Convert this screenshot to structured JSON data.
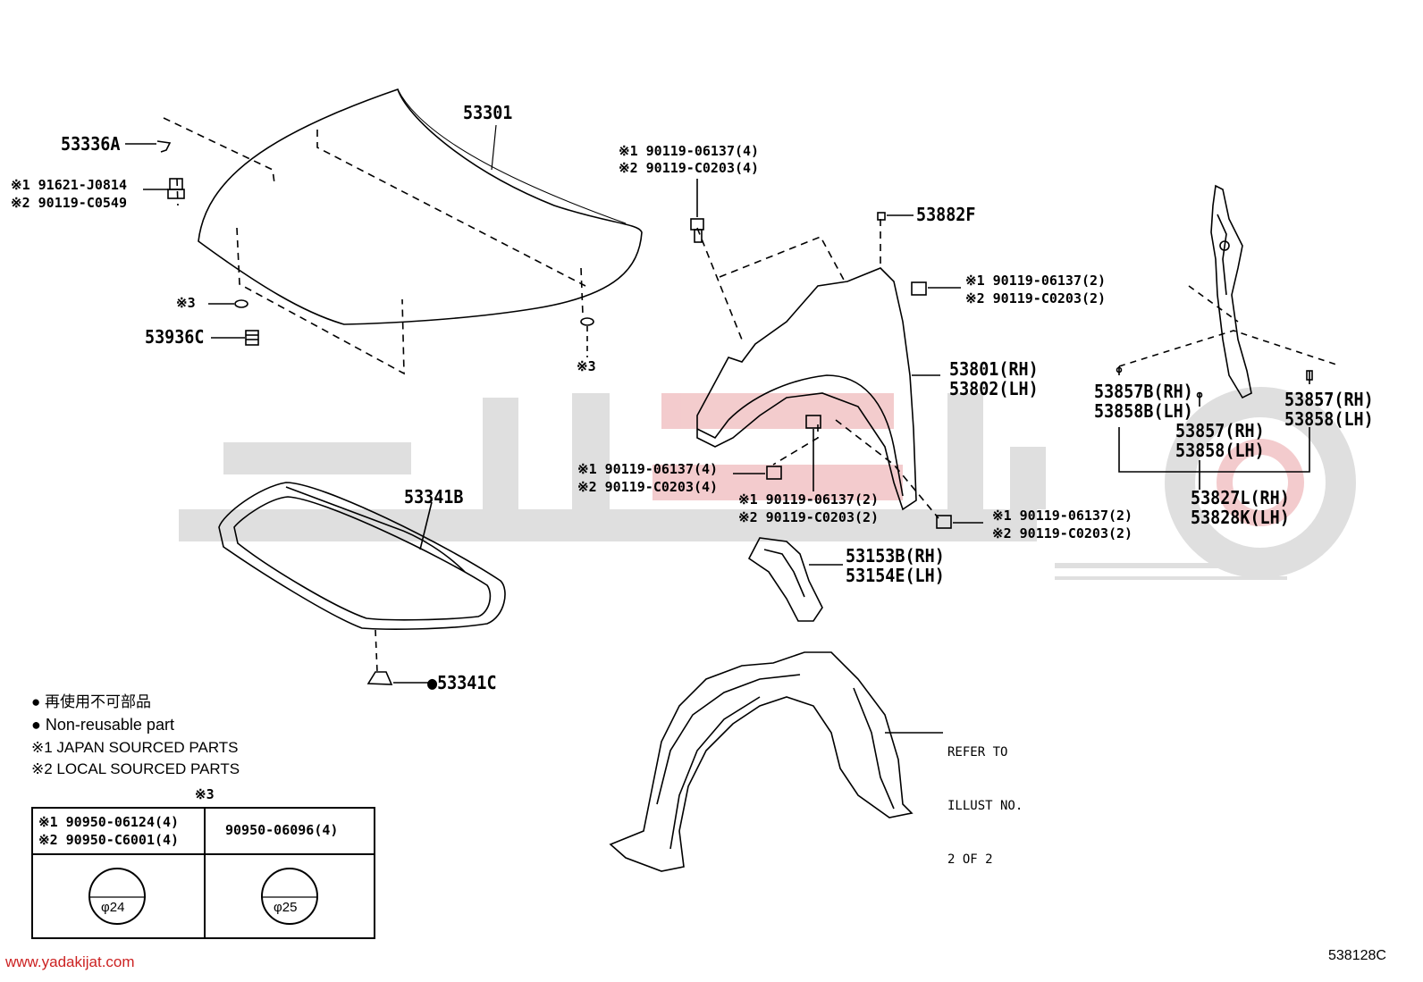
{
  "parts": {
    "hood": "53301",
    "hood_lock_clip": "53336A",
    "hood_bolt_jp": "※1 91621-J0814",
    "hood_bolt_local": "※2 90119-C0549",
    "hood_note_left": "※3",
    "hood_cushion": "53936C",
    "hood_note_right": "※3",
    "fender_bolt_top_jp": "※1 90119-06137(4)",
    "fender_bolt_top_local": "※2 90119-C0203(4)",
    "fender_clip": "53882F",
    "fender_bolt_right_jp": "※1 90119-06137(2)",
    "fender_bolt_right_local": "※2 90119-C0203(2)",
    "fender_rh": "53801(RH)",
    "fender_lh": "53802(LH)",
    "fender_bolt_left_jp": "※1 90119-06137(4)",
    "fender_bolt_left_local": "※2 90119-C0203(4)",
    "fender_bolt_mid_jp": "※1 90119-06137(2)",
    "fender_bolt_mid_local": "※2 90119-C0203(2)",
    "fender_bolt_low_jp": "※1 90119-06137(2)",
    "fender_bolt_low_local": "※2 90119-C0203(2)",
    "insulator": "53341B",
    "insulator_clip": "●53341C",
    "seal_rh": "53153B(RH)",
    "seal_lh": "53154E(LH)",
    "retainer_b_rh": "53857B(RH)",
    "retainer_b_lh": "53858B(LH)",
    "retainer_rh": "53857(RH)",
    "retainer_lh": "53858(LH)",
    "retainer2_rh": "53857(RH)",
    "retainer2_lh": "53858(LH)",
    "bracket_rh": "53827L(RH)",
    "bracket_lh": "53828K(LH)"
  },
  "refer": {
    "line1": "REFER TO",
    "line2": "ILLUST NO.",
    "line3": "2 OF 2"
  },
  "legend": {
    "non_reusable_cn": "● 再使用不可部品",
    "non_reusable_en": "● Non-reusable part",
    "japan_sourced": "※1 JAPAN SOURCED PARTS",
    "local_sourced": "※2 LOCAL SOURCED PARTS"
  },
  "note3_table": {
    "title": "※3",
    "left_jp": "※1 90950-06124(4)",
    "left_local": "※2 90950-C6001(4)",
    "right_part": "90950-06096(4)",
    "left_diameter": "φ24",
    "right_diameter": "φ25"
  },
  "footer": {
    "website": "www.yadakijat.com",
    "illustration_code": "538128C"
  },
  "colors": {
    "line": "#000000",
    "watermark_gray": "#d9d9d9",
    "watermark_red": "#f2c6c8",
    "website_red": "#cc2222"
  }
}
